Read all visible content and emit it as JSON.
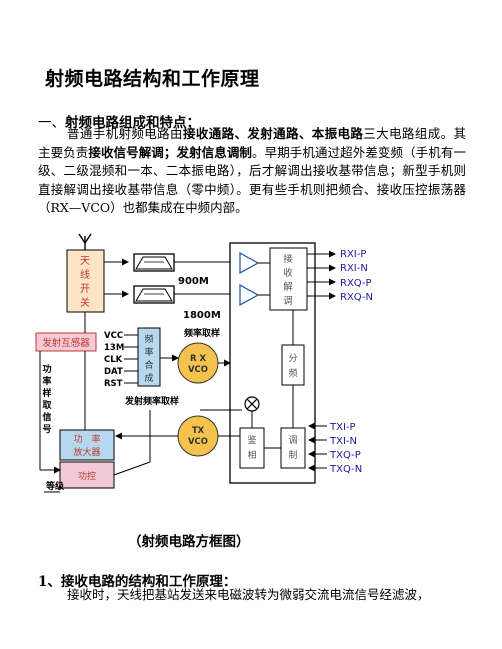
{
  "title": "射频电路结构和工作原理",
  "section1": {
    "num": "一、",
    "title": "射频电路组成和特点："
  },
  "para1": {
    "s1": "普通手机射频电路由",
    "b1": "接收通路、发射通路、本振电路",
    "s2": "三大电路组成。其主要负责",
    "b2": "接收信号解调；发射信息调制",
    "s3": "。早期手机通过超外差变频（手机有一级、二级混频和一本、二本振电路），后才解调出接收基带信息；新型手机则直接解调出接收基带信息（零中频）。更有些手机则把频合、接收压控振荡器（RX—VCO）也都集成在中频内部。"
  },
  "diagram": {
    "antenna_switch": [
      "天",
      "线",
      "开",
      "关"
    ],
    "label_900m": "900M",
    "label_1800m": "1800M",
    "demod": [
      "接",
      "收",
      "解",
      "调"
    ],
    "rx_out": [
      "RXI-P",
      "RXI-N",
      "RXQ-P",
      "RXQ-N"
    ],
    "tx_coupler": "发射互感器",
    "control_lines": [
      "VCC",
      "13M",
      "CLK",
      "DAT",
      "RST"
    ],
    "synth": [
      "频",
      "率",
      "合",
      "成"
    ],
    "freq_sample": "频率取样",
    "rx_vco": [
      "R X",
      "VCO"
    ],
    "divider": [
      "分",
      "频"
    ],
    "pwr_sample": [
      "功",
      "率",
      "样",
      "取",
      "信",
      "号"
    ],
    "tx_freq_sample": "发射频率取样",
    "tx_vco": [
      "TX",
      "VCO"
    ],
    "phase": [
      "鉴",
      "相"
    ],
    "modulator": [
      "调",
      "制"
    ],
    "tx_in": [
      "TXI-P",
      "TXI-N",
      "TXQ-P",
      "TXQ-N"
    ],
    "pa": [
      "功　率",
      "放大器"
    ],
    "power_ctrl": "功控",
    "level": "等级"
  },
  "caption": "（射频电路方框图）",
  "section2": {
    "num": "1、",
    "title": "接收电路的结构和工作原理："
  },
  "para2": "接收时，天线把基站发送来电磁波转为微弱交流电流信号经滤波，"
}
